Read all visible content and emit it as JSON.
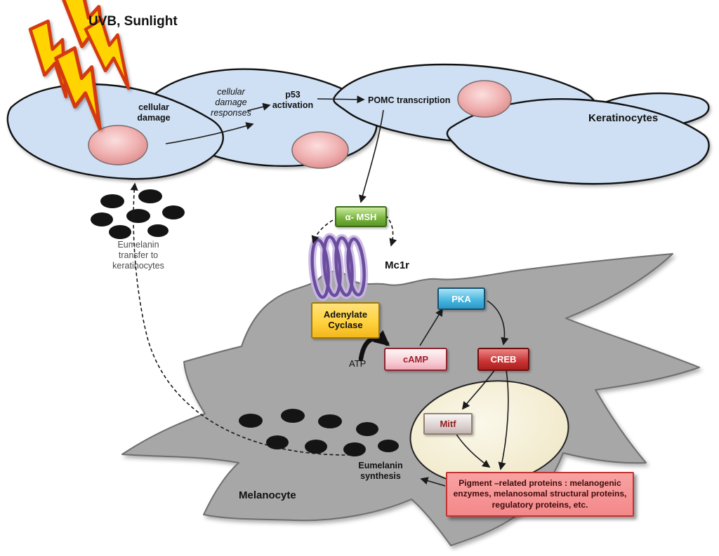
{
  "diagram": {
    "title": "UVB, Sunlight",
    "cells": {
      "keratinocytes_label": "Keratinocytes",
      "melanocyte_label": "Melanocyte"
    },
    "pathway": {
      "cellular_damage": "cellular damage",
      "cellular_damage_responses": "cellular damage responses",
      "p53_activation": "p53 activation",
      "pomc_transcription": "POMC transcription",
      "alpha_msh": "α- MSH",
      "mc1r": "Mc1r",
      "adenylate_cyclase": "Adenylate Cyclase",
      "atp": "ATP",
      "camp": "cAMP",
      "pka": "PKA",
      "creb": "CREB",
      "mitf": "Mitf",
      "pigment_proteins": "Pigment –related proteins : melanogenic enzymes, melanosomal structural proteins, regulatory proteins, etc.",
      "eumelanin_synthesis": "Eumelanin synthesis",
      "eumelanin_transfer": "Eumelanin transfer to keratinocytes"
    },
    "colors": {
      "keratinocyte_fill": "#cfe0f4",
      "nucleus_pink": "#f0b0b0",
      "melanocyte_fill": "#a7a7a7",
      "melanocyte_nucleus": "#f8f3da",
      "alpha_msh_green": "#76b43c",
      "adenylate_yellow": "#ffd23f",
      "pka_blue": "#45b4e0",
      "camp_pink": "#f6c7d0",
      "creb_red": "#c93434",
      "mitf_gray": "#d8ccca",
      "pigment_box_pink": "#f4888a",
      "mc1r_purple": "#6b4d9e",
      "lightning_yellow": "#ffd400",
      "lightning_outline": "#d4390f",
      "melanin_black": "#141414"
    }
  }
}
